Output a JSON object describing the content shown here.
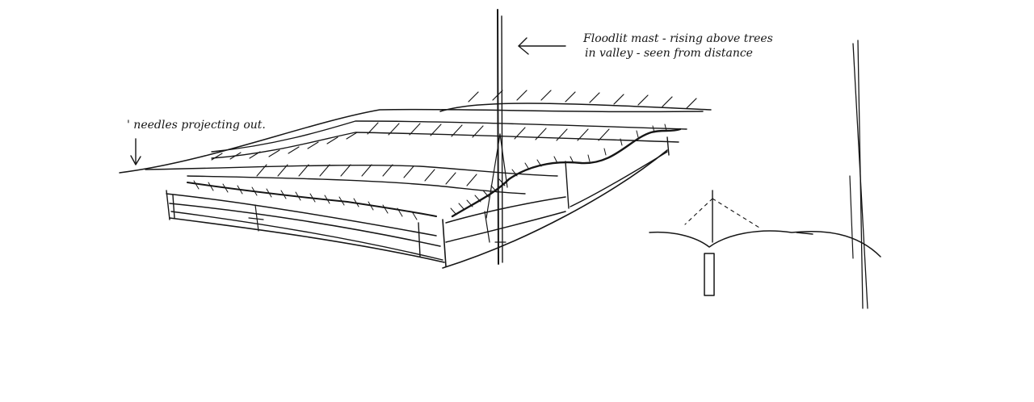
{
  "annotations": {
    "floodlight_line1": "Floodlit mast - rising above trees",
    "floodlight_line2": "in valley - seen from distance",
    "needles": "' needles projecting out."
  },
  "colors": {
    "paper": "#ffffff",
    "ink": "#161616"
  }
}
